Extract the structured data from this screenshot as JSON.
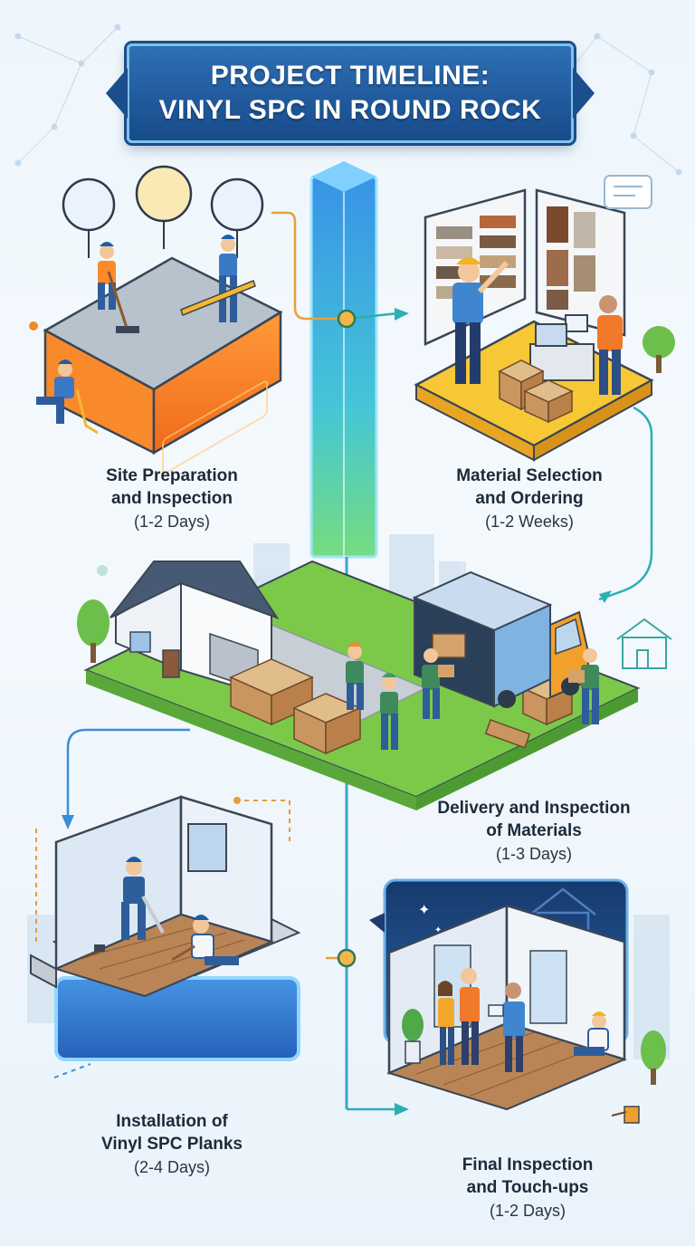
{
  "title": {
    "line1": "PROJECT TIMELINE:",
    "line2": "VINYL SPC IN ROUND ROCK"
  },
  "steps": [
    {
      "title_line1": "Site Preparation",
      "title_line2": "and Inspection",
      "duration": "(1-2 Days)"
    },
    {
      "title_line1": "Material Selection",
      "title_line2": "and Ordering",
      "duration": "(1-2 Weeks)"
    },
    {
      "title_line1": "Delivery and Inspection",
      "title_line2": "of Materials",
      "duration": "(1-3 Days)"
    },
    {
      "title_line1": "Installation of",
      "title_line2": "Vinyl SPC Planks",
      "duration": "(2-4 Days)"
    },
    {
      "title_line1": "Final Inspection",
      "title_line2": "and Touch-ups",
      "duration": "(1-2 Days)"
    }
  ],
  "colors": {
    "banner": "#1f5a9c",
    "timeline_bar": "#3aa0e8",
    "connector": "#36b3b8",
    "site_platform": "#f7842b",
    "material_platform": "#f6c12f",
    "grass": "#7cc94a",
    "installation_platform": "#2f7fd6",
    "final_room_bg": "#1d3c6e"
  }
}
